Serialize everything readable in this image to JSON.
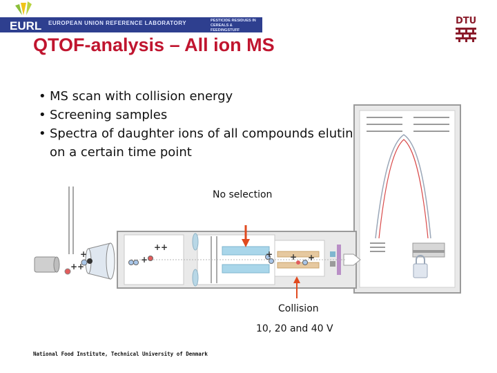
{
  "header": {
    "logo_text": "EURL",
    "lab_name": "EUROPEAN UNION REFERENCE LABORATORY",
    "lab_subtitle": "PESTICIDE RESIDUES IN CEREALS & FEEDINGSTUFF",
    "institution_logo_text": "DTU"
  },
  "title": "QTOF-analysis – All ion MS",
  "bullets": [
    "MS scan with collision energy",
    "Screening samples",
    "Spectra of daughter ions of all compounds eluting on a certain time point"
  ],
  "diagram": {
    "label_top": "No selection",
    "label_bottom": "Collision",
    "voltages": "10, 20 and 40 V",
    "colors": {
      "arrow": "#e04a1f",
      "instrument_fill": "#e9e9e9",
      "instrument_stroke": "#9a9a9a",
      "quad": "#a9d6ea",
      "cell": "#e6c9a0",
      "ion_blue": "#a9c6e8",
      "ion_red": "#e15c5c",
      "detector": "#b98fc6",
      "spectrum": "#d94a4a"
    }
  },
  "footer": "National Food Institute, Technical University of Denmark"
}
